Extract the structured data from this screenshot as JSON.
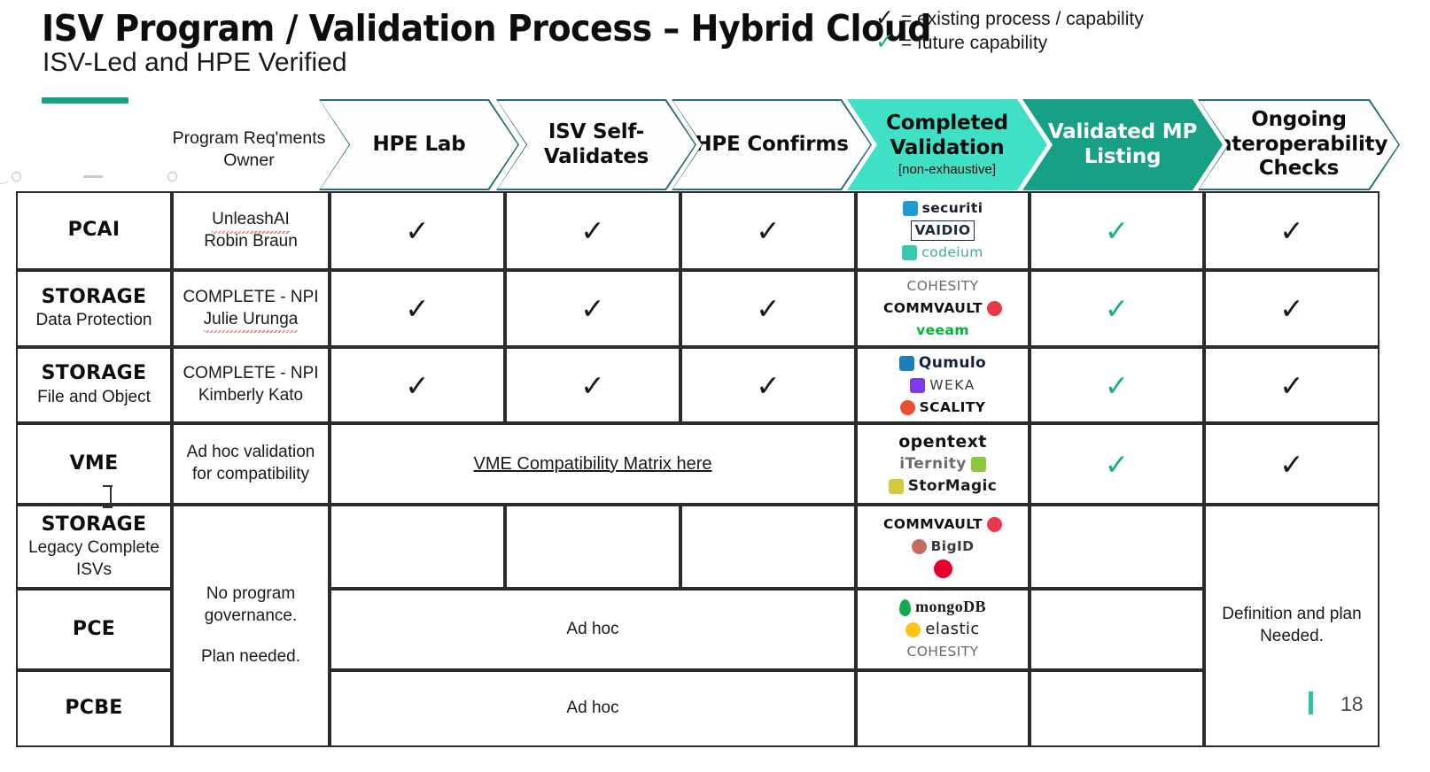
{
  "slide": {
    "title": "ISV Program / Validation Process – Hybrid Cloud",
    "subtitle": "ISV-Led and HPE Verified",
    "number": "18"
  },
  "legend": [
    {
      "mark": "✓",
      "color": "#111111",
      "text": "= existing process / capability"
    },
    {
      "mark": "✓",
      "color": "#1CAF7F",
      "text": "= future capability"
    }
  ],
  "columns": [
    {
      "key": "isv",
      "label": "",
      "style": "plain"
    },
    {
      "key": "owner",
      "label": "Program Req'ments\nOwner",
      "style": "plain",
      "line1": "Program Req'ments",
      "line2": "Owner"
    },
    {
      "key": "hpe_lab",
      "label": "HPE Lab",
      "style": "outline",
      "line1": "HPE Lab"
    },
    {
      "key": "isv_self",
      "label": "ISV Self-Validates",
      "style": "outline",
      "line1": "ISV Self-",
      "line2": "Validates"
    },
    {
      "key": "hpe_conf",
      "label": "HPE Confirms",
      "style": "outline",
      "line1": "HPE Confirms"
    },
    {
      "key": "completed",
      "label": "Completed Validation",
      "style": "mint",
      "line1": "Completed",
      "line2": "Validation",
      "sub": "[non-exhaustive]"
    },
    {
      "key": "validated",
      "label": "Validated MP Listing",
      "style": "green",
      "line1": "Validated MP",
      "line2": "Listing"
    },
    {
      "key": "ongoing",
      "label": "Ongoing Interoperability Checks",
      "style": "outline",
      "line1": "Ongoing",
      "line2": "Interoperability",
      "line3": "Checks"
    }
  ],
  "rows": [
    {
      "isv_bold": "PCAI",
      "isv_sub": "",
      "owner_line1": "UnleashAI",
      "owner_line2": "Robin Braun",
      "owner_squiggle1": true,
      "owner_squiggle2": false,
      "hpe_lab": "✓",
      "isv_self": "✓",
      "hpe_conf": "✓",
      "validated": "✓",
      "validated_green": true,
      "ongoing": "✓",
      "ongoing_green": false,
      "logos": [
        {
          "name": "securiti",
          "text": "securiti",
          "color": "#1a1a2e",
          "mark": "#1E9BD7"
        },
        {
          "name": "vaidio",
          "text": "VAIDIO",
          "color": "#1a2a44",
          "mark": ""
        },
        {
          "name": "codeium",
          "text": "codeium",
          "color": "#3BAFA0",
          "mark": "#35C9B0"
        }
      ]
    },
    {
      "isv_bold": "STORAGE",
      "isv_sub": "Data Protection",
      "owner_line1": "COMPLETE - NPI",
      "owner_line2": "Julie Urunga",
      "owner_squiggle1": false,
      "owner_squiggle2": true,
      "hpe_lab": "✓",
      "isv_self": "✓",
      "hpe_conf": "✓",
      "validated": "✓",
      "validated_green": true,
      "ongoing": "✓",
      "ongoing_green": false,
      "logos": [
        {
          "name": "cohesity",
          "text": "COHESITY",
          "color": "#6b6b6b",
          "mark": ""
        },
        {
          "name": "commvault",
          "text": "COMMVAULT",
          "color": "#111111",
          "mark": "#E8394A"
        },
        {
          "name": "veeam",
          "text": "veeam",
          "color": "#00B336",
          "mark": ""
        }
      ]
    },
    {
      "isv_bold": "STORAGE",
      "isv_sub": "File and Object",
      "owner_line1": "COMPLETE - NPI",
      "owner_line2": "Kimberly Kato",
      "owner_squiggle1": false,
      "owner_squiggle2": false,
      "hpe_lab": "✓",
      "isv_self": "✓",
      "hpe_conf": "✓",
      "validated": "✓",
      "validated_green": true,
      "ongoing": "✓",
      "ongoing_green": false,
      "logos": [
        {
          "name": "qumulo",
          "text": "Qumulo",
          "color": "#14213D",
          "mark": "#1B7FB8"
        },
        {
          "name": "weka",
          "text": "WEKA",
          "color": "#3a3a3a",
          "mark": "#7C3AED"
        },
        {
          "name": "scality",
          "text": "SCALITY",
          "color": "#111111",
          "mark": "#E94F37"
        }
      ]
    },
    {
      "isv_bold": "VME",
      "isv_sub": "",
      "owner_line1": "Ad hoc validation",
      "owner_line2": "for compatibility",
      "owner_squiggle1": false,
      "owner_squiggle2": false,
      "merged_label": "VME Compatibility Matrix here",
      "validated": "✓",
      "validated_green": true,
      "ongoing": "✓",
      "ongoing_green": false,
      "logos": [
        {
          "name": "opentext",
          "text": "opentext",
          "color": "#111111",
          "mark": ""
        },
        {
          "name": "iternity",
          "text": "iTernity",
          "color": "#6b6b6b",
          "mark": "#8DC63F"
        },
        {
          "name": "stormagic",
          "text": "StorMagic",
          "color": "#1a1a1a",
          "mark": "#D4C93A"
        }
      ]
    },
    {
      "isv_bold": "STORAGE",
      "isv_sub": "Legacy Complete\nISVs",
      "isv_sub1": "Legacy Complete",
      "isv_sub2": "ISVs",
      "hpe_lab": "",
      "isv_self": "",
      "hpe_conf": "",
      "validated": "",
      "ongoing": "",
      "logos": [
        {
          "name": "commvault",
          "text": "COMMVAULT",
          "color": "#111111",
          "mark": "#E8394A"
        },
        {
          "name": "bigid",
          "text": "BigID",
          "color": "#3a3a3a",
          "mark": "#C96A5E"
        },
        {
          "name": "f5",
          "text": "",
          "color": "#E4002B",
          "mark": "#E4002B"
        }
      ]
    },
    {
      "isv_bold": "PCE",
      "isv_sub": "",
      "ad_hoc": "Ad hoc",
      "validated": "",
      "ongoing": "",
      "logos": [
        {
          "name": "mongodb",
          "text": "mongoDB",
          "color": "#1a1a1a",
          "mark": "#13AA52"
        },
        {
          "name": "elastic",
          "text": "elastic",
          "color": "#1a1a1a",
          "mark": "#FEC514"
        },
        {
          "name": "cohesity",
          "text": "COHESITY",
          "color": "#6b6b6b",
          "mark": ""
        }
      ]
    },
    {
      "isv_bold": "PCBE",
      "isv_sub": "",
      "ad_hoc": "Ad hoc",
      "validated": "",
      "ongoing": "",
      "logos": []
    }
  ],
  "owner_merged": {
    "line1": "No program",
    "line2": "governance.",
    "line3": "Plan needed."
  },
  "ongoing_merged": {
    "line1": "Definition and plan",
    "line2": "Needed."
  },
  "colors": {
    "mint": "#3FE0C5",
    "green": "#17A085",
    "outline": "#2d6e78",
    "check_green": "#1CAF7F",
    "accent": "#17A085"
  }
}
